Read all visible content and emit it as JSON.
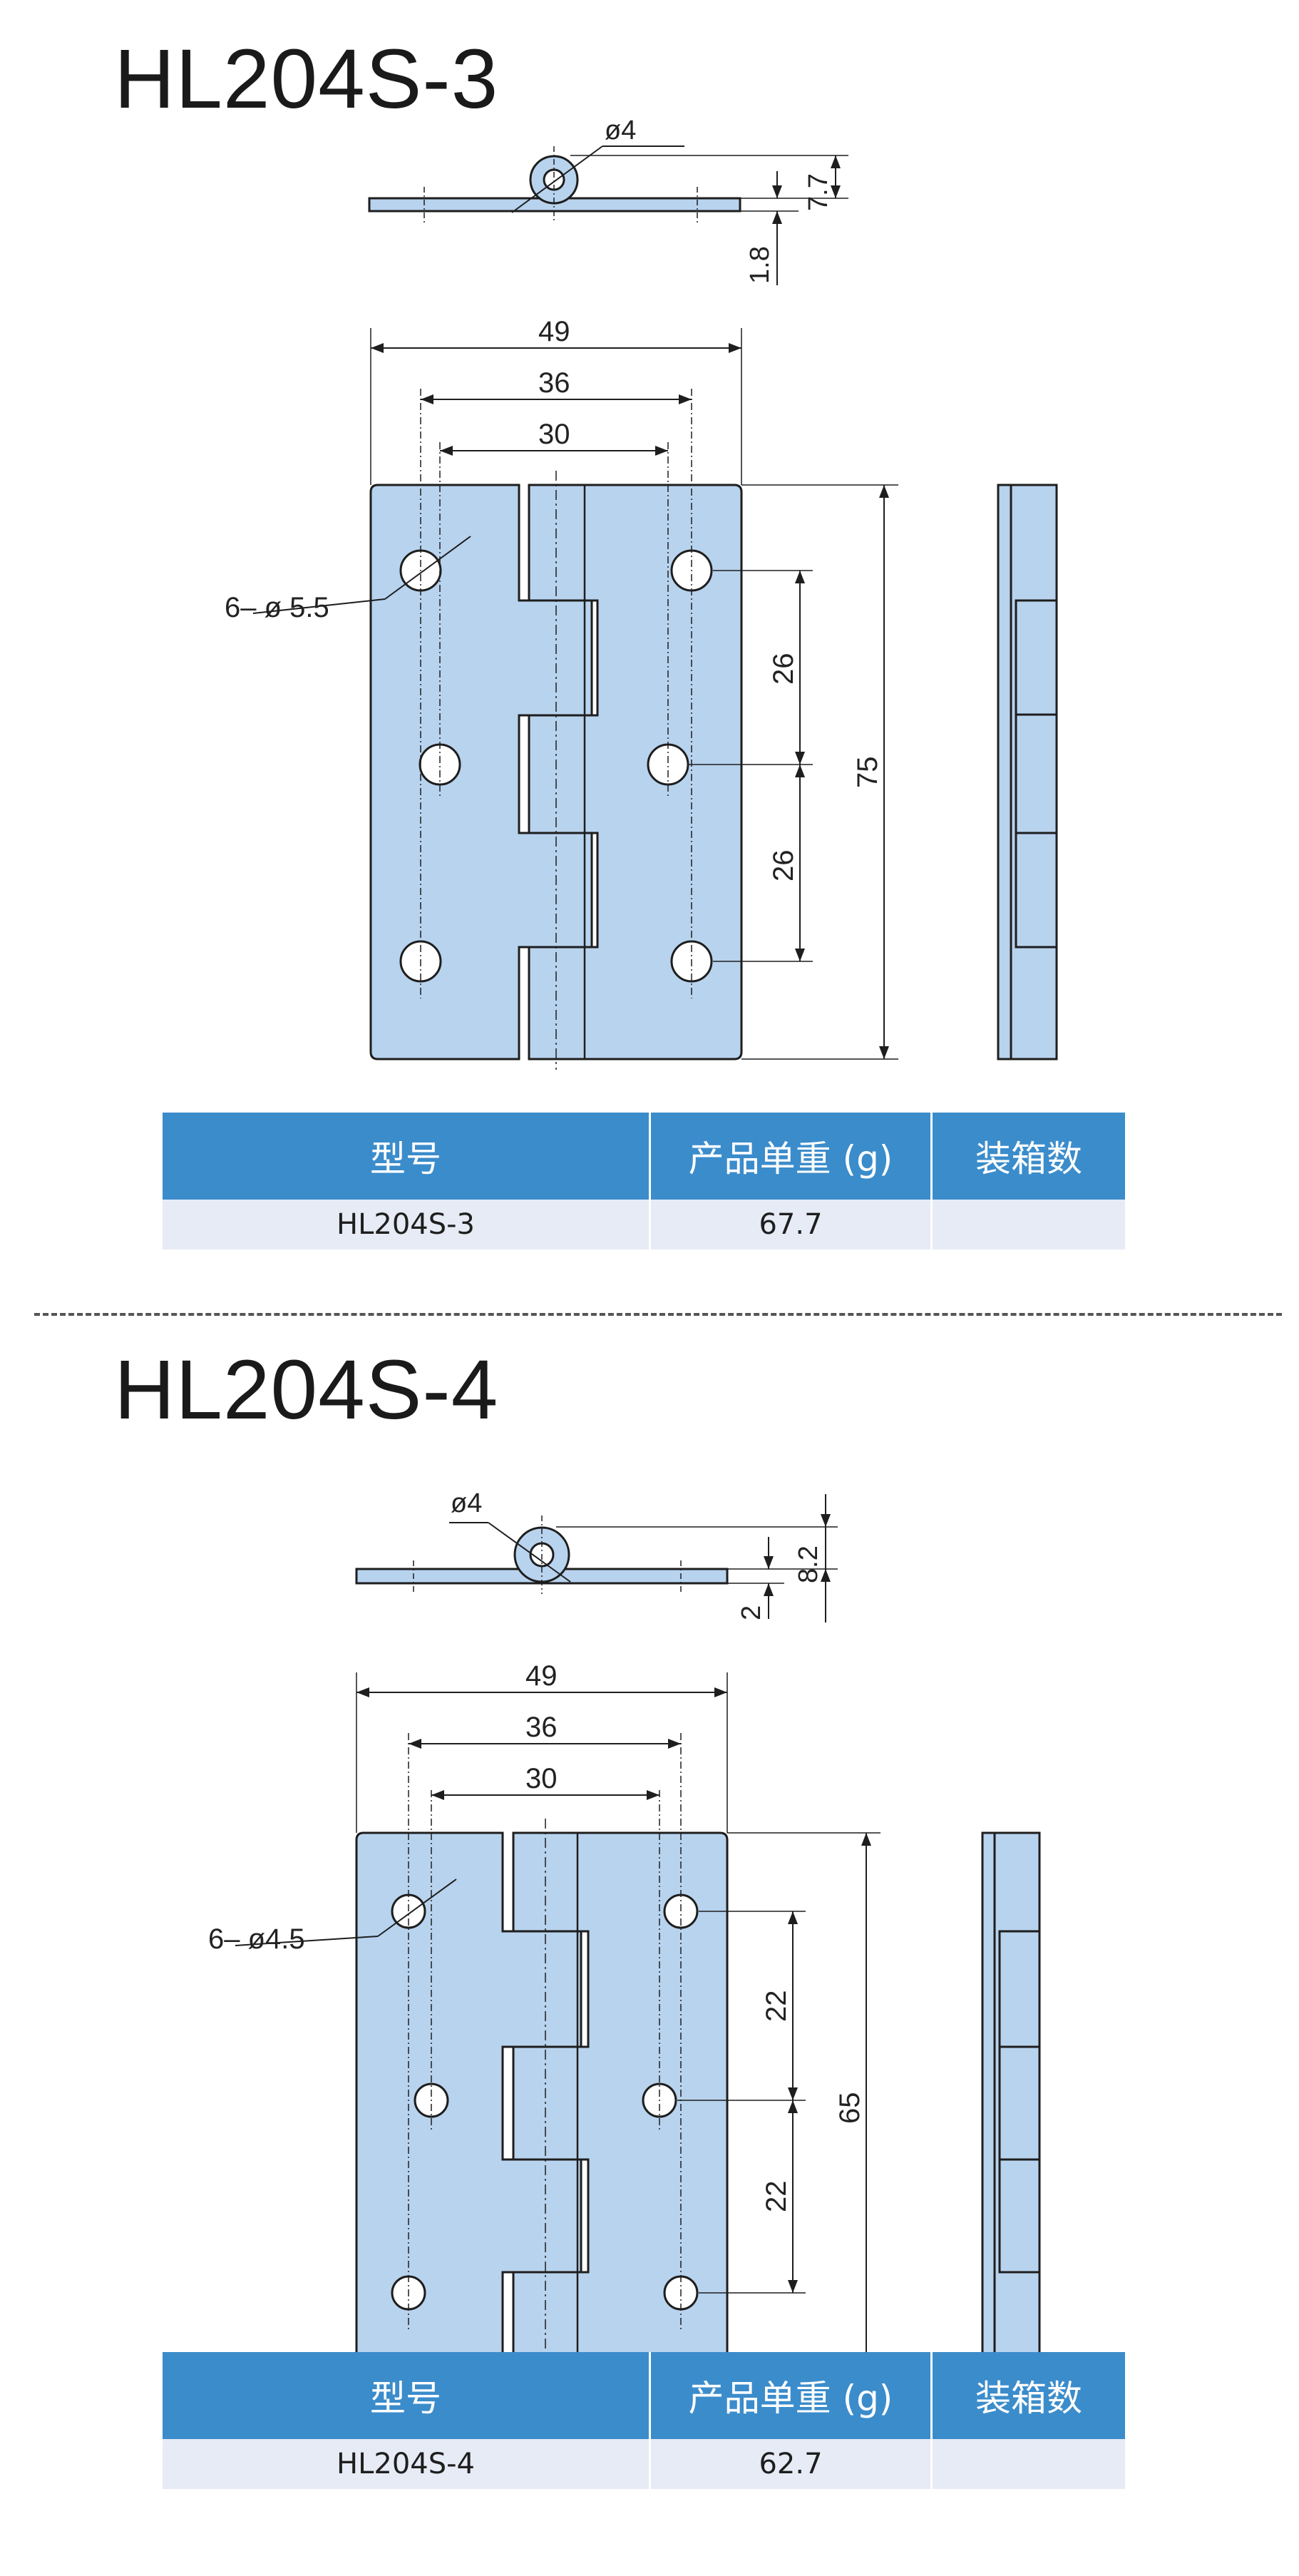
{
  "colors": {
    "part_fill": "#b8d3ee",
    "outline": "#1e1e1e",
    "header_bg": "#3b8ccb",
    "row_bg": "#e7ebf6"
  },
  "table_headers": {
    "model": "型号",
    "weight": "产品单重 (g)",
    "pack": "装箱数"
  },
  "models": [
    {
      "title": "HL204S-3",
      "dims": {
        "pin_dia": "ø4",
        "knuckle_h": "7.7",
        "thickness": "1.8",
        "overall_w": "49",
        "hole_span_outer": "36",
        "hole_span_inner": "30",
        "hole_callout": "6– ø 5.5",
        "pitch_top": "26",
        "pitch_bottom": "26",
        "height": "75"
      },
      "row": {
        "model": "HL204S-3",
        "weight": "67.7",
        "pack": ""
      }
    },
    {
      "title": "HL204S-4",
      "dims": {
        "pin_dia": "ø4",
        "knuckle_h": "8.2",
        "thickness": "2",
        "overall_w": "49",
        "hole_span_outer": "36",
        "hole_span_inner": "30",
        "hole_callout": "6– ø4.5",
        "pitch_top": "22",
        "pitch_bottom": "22",
        "height": "65"
      },
      "row": {
        "model": "HL204S-4",
        "weight": "62.7",
        "pack": ""
      }
    }
  ]
}
